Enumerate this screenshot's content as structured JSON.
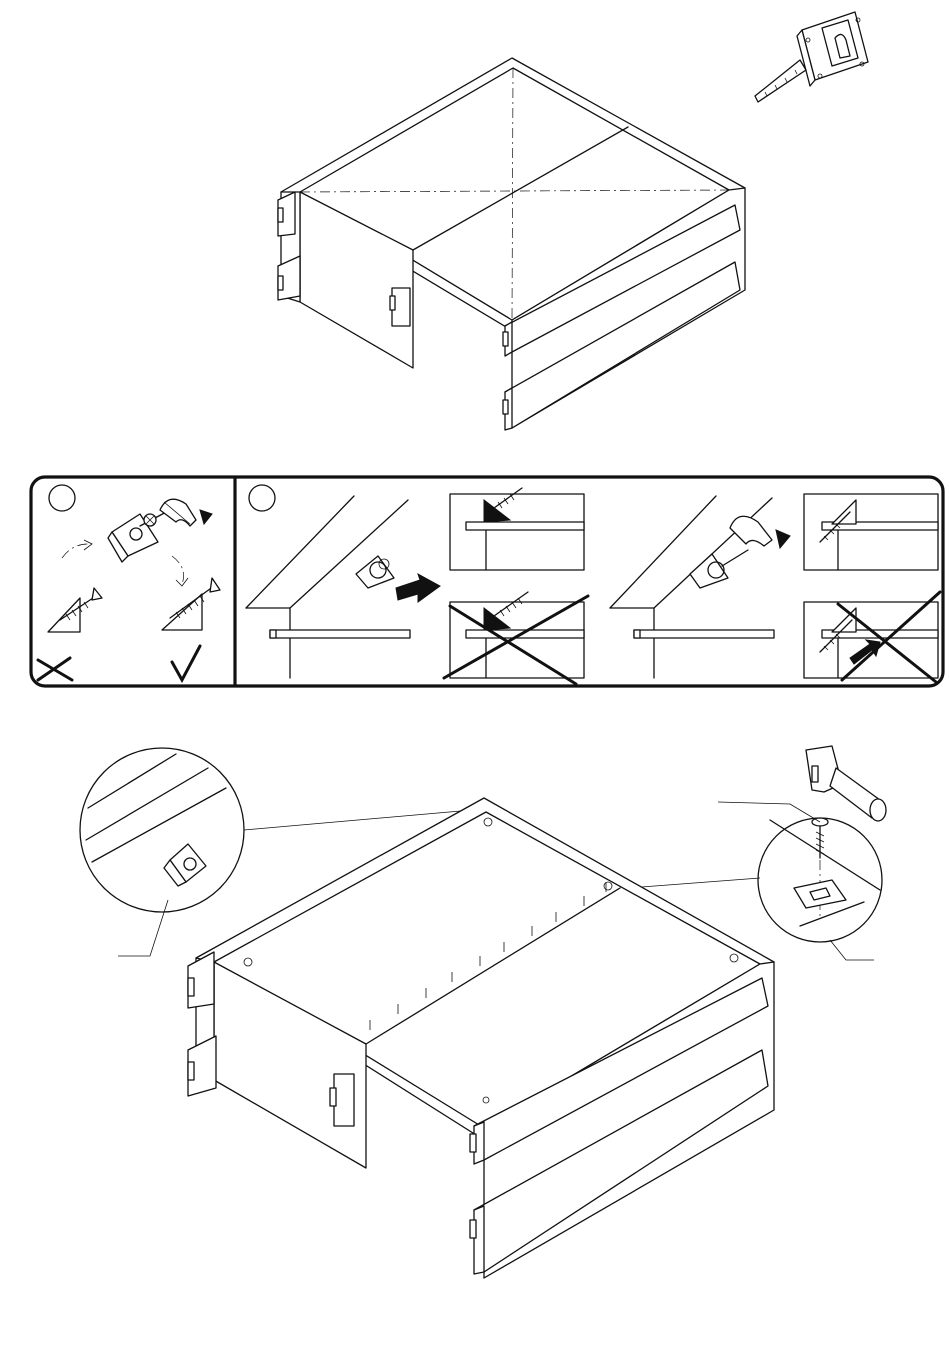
{
  "document": {
    "kind": "furniture assembly instruction page",
    "sections": [
      {
        "id": "top-illustration",
        "tools": [
          "tape-measure-icon"
        ]
      },
      {
        "id": "fitting-instructions-panel",
        "steps": [
          {
            "number": ""
          },
          {
            "number": ""
          }
        ]
      },
      {
        "id": "bottom-illustration",
        "tools": [
          "hammer-icon"
        ]
      }
    ]
  },
  "icons": {
    "tape_measure": "tape-measure-icon",
    "hammer": "hammer-icon",
    "wrong": "cross-mark-icon",
    "correct": "check-mark-icon",
    "rotate": "rotate-arrow-icon",
    "push": "push-arrow-icon",
    "screw": "screw-icon",
    "nail": "nail-icon",
    "corner_block": "corner-block-icon",
    "magnifier": "detail-magnifier-icon"
  },
  "colors": {
    "ink": "#111111",
    "paper": "#ffffff"
  }
}
